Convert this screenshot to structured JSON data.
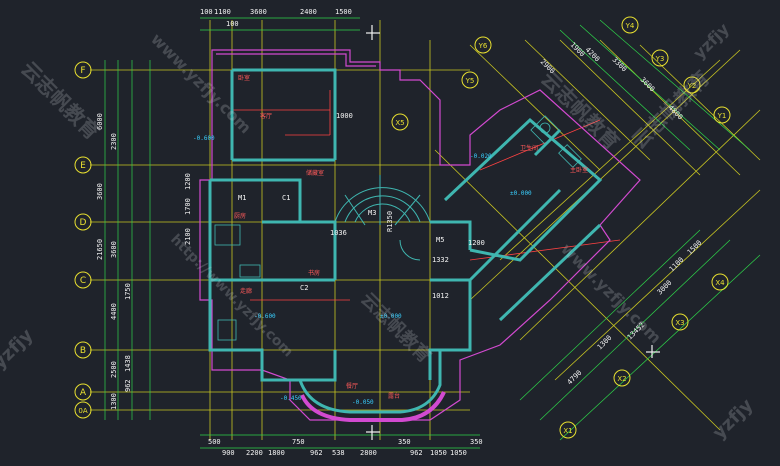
{
  "drawing": {
    "background": "#1f232b",
    "colors": {
      "grid": "#d8d62a",
      "wall": "#3fb6b0",
      "wall_outline": "#d24ad0",
      "dimension": "#2ed44a",
      "accent_red": "#ff4444",
      "text": "#f2f2f2",
      "cyan_text": "#38c9ff"
    },
    "grid_axes_left": [
      "F",
      "E",
      "D",
      "C",
      "B",
      "A",
      "0A"
    ],
    "grid_axes_right_top": [
      "Y6",
      "Y5",
      "Y4",
      "Y3",
      "Y2",
      "Y1"
    ],
    "grid_axes_right": [
      "X1",
      "X2",
      "X3",
      "X4",
      "X5"
    ],
    "top_dimensions": [
      "100",
      "1100",
      "3600",
      "2400",
      "1500",
      "100"
    ],
    "left_dimensions": [
      "6000",
      "2300",
      "3600",
      "3600",
      "4400",
      "2500",
      "1300",
      "1438",
      "962",
      "1750",
      "2100",
      "1700",
      "1200"
    ],
    "total_left": "21650",
    "bottom_dimensions": [
      "500",
      "900",
      "2200",
      "1800",
      "750",
      "962",
      "538",
      "2800",
      "350",
      "962",
      "1050",
      "1050",
      "350"
    ],
    "right_dimensions": [
      "3300",
      "3600",
      "4800",
      "4200",
      "1900",
      "2900",
      "1500",
      "1100",
      "3000",
      "1300",
      "13452",
      "4790"
    ],
    "room_labels": [
      "卧室",
      "客厅",
      "主卧室",
      "卫生间",
      "厨房",
      "储藏室",
      "书房",
      "走廊",
      "露台",
      "餐厅"
    ],
    "level_marks": [
      "±0.000",
      "-0.050",
      "-0.600",
      "-0.020",
      "-0.450"
    ],
    "misc_labels": [
      "M1",
      "M3",
      "M5",
      "C1",
      "C2",
      "R1350",
      "1036",
      "1332",
      "1012",
      "1000",
      "1200"
    ],
    "watermarks": [
      "www.yzfjy.com",
      "云志帆教育",
      "yzfjy",
      "http://www.yzfjy.com"
    ]
  }
}
